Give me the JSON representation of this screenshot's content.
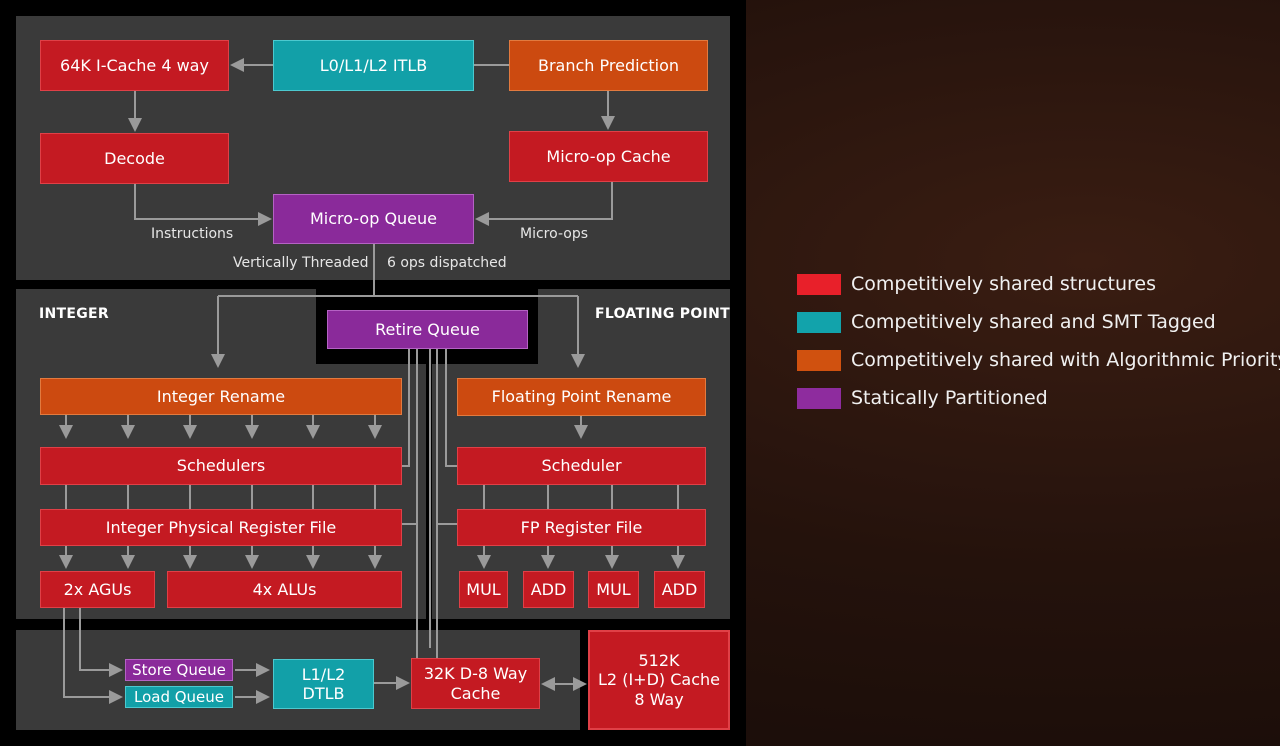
{
  "diagram": {
    "blocks": {
      "icache": "64K I-Cache 4 way",
      "itlb": "L0/L1/L2 ITLB",
      "branch": "Branch Prediction",
      "decode": "Decode",
      "uop_cache": "Micro-op Cache",
      "uop_queue": "Micro-op Queue",
      "retire_queue": "Retire Queue",
      "int_rename": "Integer Rename",
      "fp_rename": "Floating Point Rename",
      "int_schedulers": "Schedulers",
      "fp_scheduler": "Scheduler",
      "int_prf": "Integer Physical Register File",
      "fp_prf": "FP Register File",
      "agus": "2x AGUs",
      "alus": "4x ALUs",
      "fp_units": [
        "MUL",
        "ADD",
        "MUL",
        "ADD"
      ],
      "store_queue": "Store Queue",
      "load_queue": "Load Queue",
      "dtlb_line1": "L1/L2",
      "dtlb_line2": "DTLB",
      "dcache_line1": "32K D-8 Way",
      "dcache_line2": "Cache",
      "l2_line1": "512K",
      "l2_line2": "L2 (I+D) Cache",
      "l2_line3": "8 Way"
    },
    "labels": {
      "instructions": "Instructions",
      "micro_ops": "Micro-ops",
      "vertically_threaded": "Vertically Threaded",
      "ops_dispatched": "6 ops dispatched",
      "integer_section": "INTEGER",
      "fp_section": "FLOATING POINT"
    }
  },
  "legend": {
    "items": [
      {
        "label": "Competitively shared structures",
        "color": "#e8202a"
      },
      {
        "label": "Competitively shared and SMT Tagged",
        "color": "#12a3ab"
      },
      {
        "label": "Competitively shared with Algorithmic Priority",
        "color": "#d0510f"
      },
      {
        "label": "Statically Partitioned",
        "color": "#8e2c9e"
      }
    ]
  },
  "colors": {
    "red": "#c41a22",
    "teal": "#12a0a8",
    "orange": "#cc4a10",
    "purple": "#8a2a9a",
    "panel": "#3a3a3a",
    "connector": "#9a9a9a"
  }
}
